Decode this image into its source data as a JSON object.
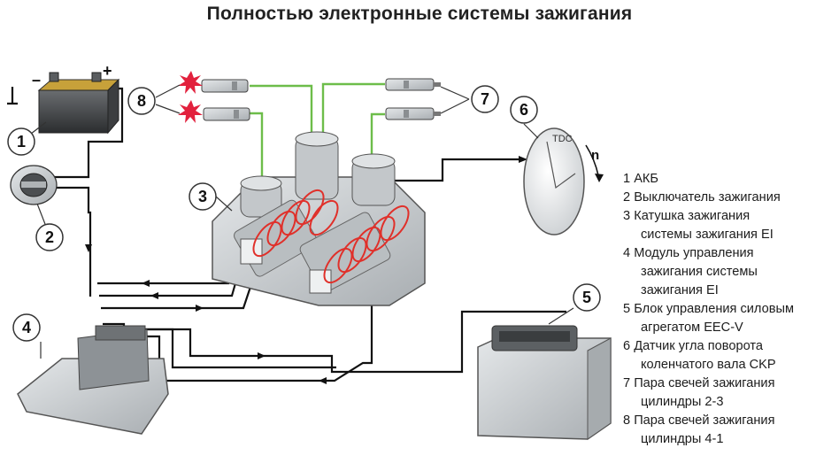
{
  "title": "Полностью электронные системы зажигания",
  "diagram": {
    "battery_plus": "+",
    "battery_minus": "–",
    "tdc_label": "TDC",
    "rotation_label": "n",
    "callouts": [
      "1",
      "2",
      "3",
      "4",
      "5",
      "6",
      "7",
      "8"
    ]
  },
  "legend": [
    {
      "number": "1",
      "lines": [
        "АКБ"
      ]
    },
    {
      "number": "2",
      "lines": [
        "Выключатель зажигания"
      ]
    },
    {
      "number": "3",
      "lines": [
        "Катушка зажигания",
        "системы зажигания EI"
      ]
    },
    {
      "number": "4",
      "lines": [
        "Модуль управления",
        "зажигания системы",
        "зажигания EI"
      ]
    },
    {
      "number": "5",
      "lines": [
        "Блок управления силовым",
        "агрегатом EEC-V"
      ]
    },
    {
      "number": "6",
      "lines": [
        "Датчик угла поворота",
        "коленчатого вала CKP"
      ]
    },
    {
      "number": "7",
      "lines": [
        "Пара свечей зажигания",
        "цилиндры 2-3"
      ]
    },
    {
      "number": "8",
      "lines": [
        "Пара свечей зажигания",
        "цилиндры 4-1"
      ]
    }
  ],
  "colors": {
    "wire": "#111111",
    "hv_wire": "#6dbd4a",
    "coil_winding": "#e0302a",
    "component_body": "#cfd3d6",
    "spark": "#e2213d"
  }
}
